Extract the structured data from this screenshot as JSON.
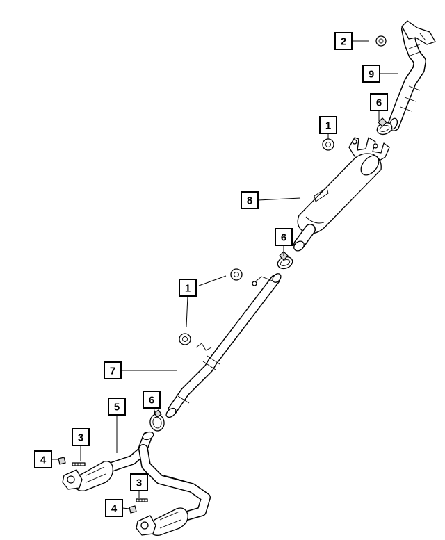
{
  "callouts": [
    {
      "id": "c1",
      "label": "1",
      "part": "exhaust-hanger-isolator"
    },
    {
      "id": "c2",
      "label": "2",
      "part": "nut"
    },
    {
      "id": "c3",
      "label": "3",
      "part": "stud"
    },
    {
      "id": "c4",
      "label": "4",
      "part": "nut"
    },
    {
      "id": "c5",
      "label": "5",
      "part": "catalytic-converter-y-pipe"
    },
    {
      "id": "c6",
      "label": "6",
      "part": "exhaust-clamp"
    },
    {
      "id": "c7",
      "label": "7",
      "part": "intermediate-pipe"
    },
    {
      "id": "c8",
      "label": "8",
      "part": "muffler"
    },
    {
      "id": "c9",
      "label": "9",
      "part": "tailpipe"
    }
  ]
}
